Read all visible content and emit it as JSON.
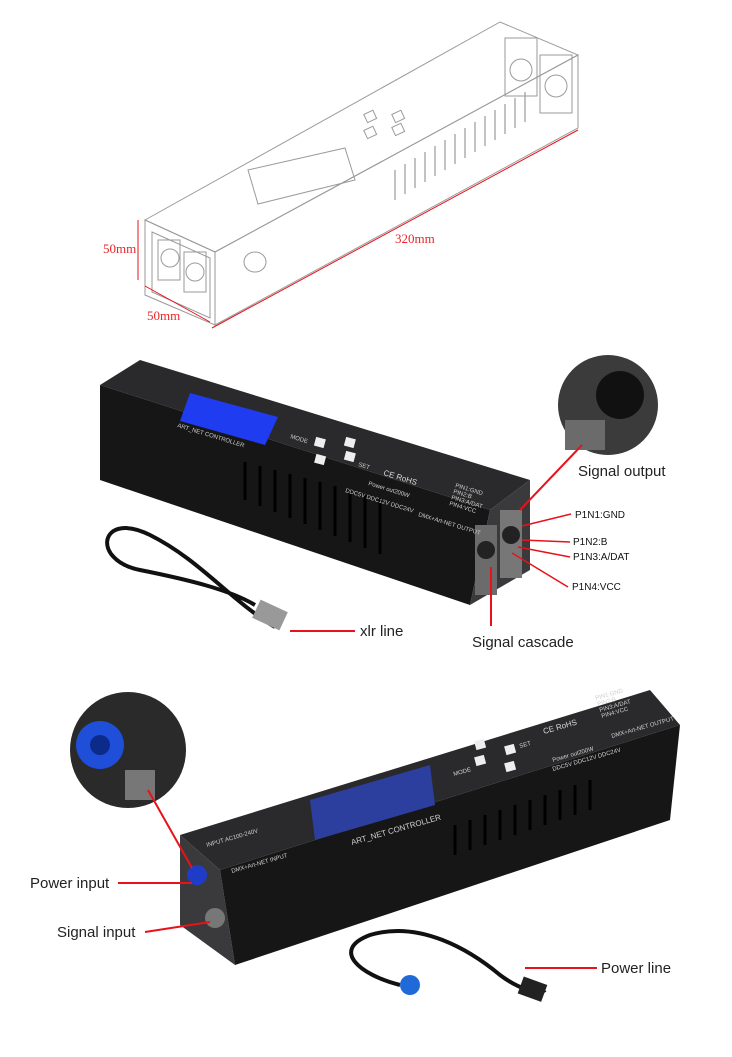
{
  "dimensions": {
    "height": "50mm",
    "width": "50mm",
    "length": "320mm"
  },
  "device": {
    "title": "ART_NET  CONTROLLER",
    "buttons": {
      "mode": "MODE",
      "set": "SET"
    },
    "certification": "CE RoHS",
    "power": "Power out200W",
    "voltages": "DDC5V  DDC12V  DDC24V",
    "pins": [
      "PIN1:GND",
      "PIN2:B",
      "PIN3:A/DAT",
      "PIN4:VCC"
    ],
    "output": "DMX+Art-NET OUTPUT",
    "input_power": "INPUT AC100-240V",
    "input_signal": "DMX+Art-NET INPUT"
  },
  "callouts": {
    "signal_output": "Signal output",
    "pin1": "P1N1:GND",
    "pin2": "P1N2:B",
    "pin3": "P1N3:A/DAT",
    "pin4": "P1N4:VCC",
    "xlr_line": "xlr line",
    "signal_cascade": "Signal cascade",
    "power_input": "Power input",
    "signal_input": "Signal input",
    "power_line": "Power line"
  },
  "colors": {
    "accent_red": "#e8121a",
    "lcd_blue": "#1f3cf0",
    "body_black": "#1c1c1e"
  }
}
